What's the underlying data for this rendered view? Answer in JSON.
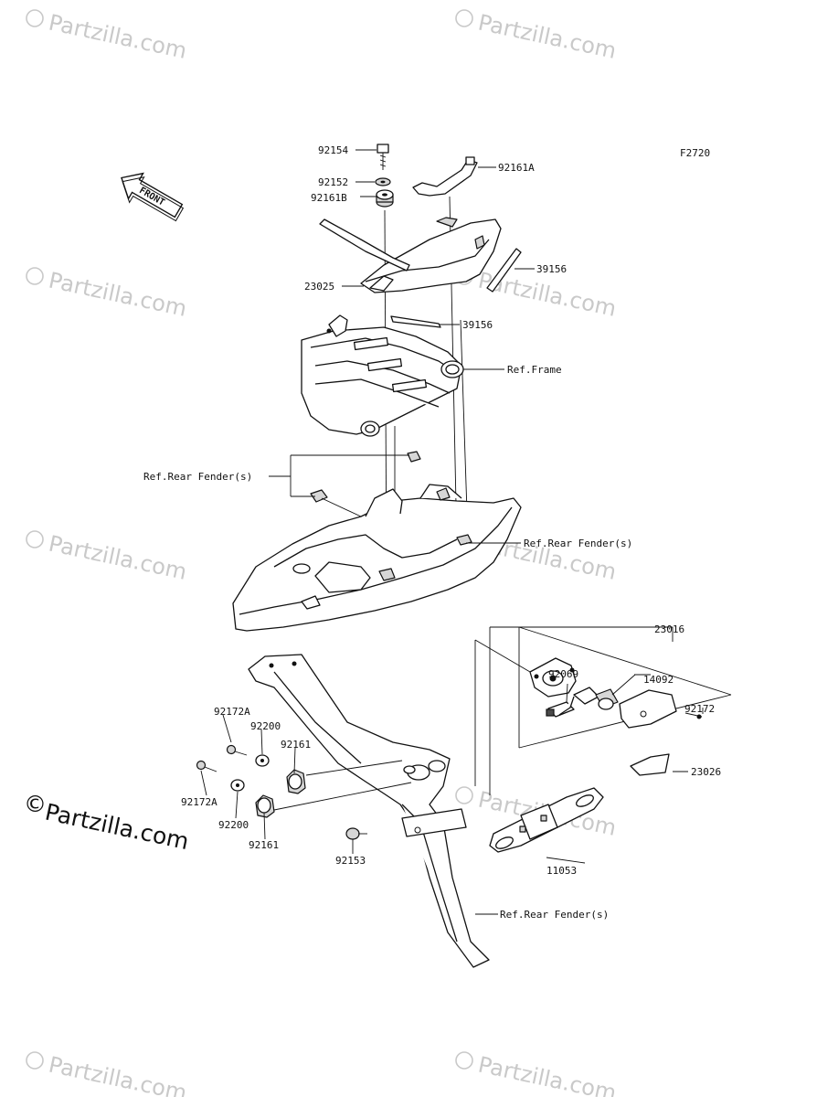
{
  "diagram_code": "F2720",
  "front_label": "FRONT",
  "watermark_text": "Partzilla.com",
  "brand": {
    "symbol": "©",
    "text": "Partzilla.com"
  },
  "labels": {
    "p92154": "92154",
    "p92152": "92152",
    "p92161B": "92161B",
    "p92161A": "92161A",
    "p39156a": "39156",
    "p23025": "23025",
    "p39156b": "39156",
    "ref_frame": "Ref.Frame",
    "ref_fender_left": "Ref.Rear Fender(s)",
    "ref_fender_right": "Ref.Rear Fender(s)",
    "p23016": "23016",
    "p92069": "92069",
    "p14092": "14092",
    "p92172": "92172",
    "p23026": "23026",
    "p92172A_a": "92172A",
    "p92200_a": "92200",
    "p92161_a": "92161",
    "p92172A_b": "92172A",
    "p92200_b": "92200",
    "p92161_b": "92161",
    "p92153": "92153",
    "p11053": "11053",
    "ref_fender_bottom": "Ref.Rear Fender(s)"
  }
}
